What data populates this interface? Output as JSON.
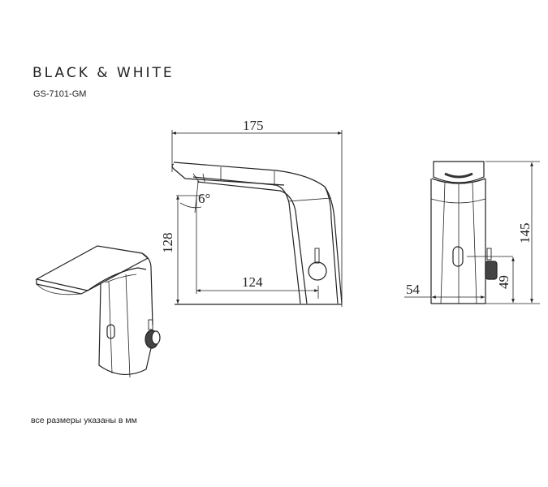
{
  "header": {
    "brand": "BLACK & WHITE",
    "model": "GS-7101-GM"
  },
  "footer": {
    "note": "все размеры указаны в мм"
  },
  "dimensions": {
    "side_view": {
      "overall_length": "175",
      "height_to_spout": "128",
      "spout_reach": "124",
      "spout_angle": "6°"
    },
    "front_view": {
      "overall_height": "145",
      "base_width": "54",
      "handle_height": "49"
    }
  }
}
